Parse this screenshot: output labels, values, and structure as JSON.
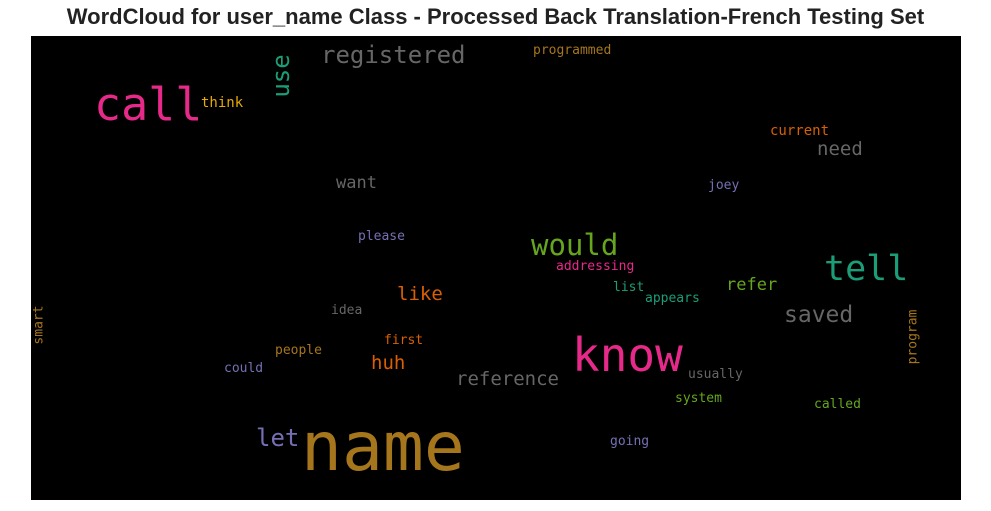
{
  "chart_data": {
    "type": "wordcloud",
    "title": "WordCloud for user_name Class - Processed Back Translation-French Testing Set",
    "background": "#000000",
    "words": [
      {
        "text": "name",
        "weight": 1.0,
        "color": "#a6761d",
        "orientation": "horizontal"
      },
      {
        "text": "know",
        "weight": 0.68,
        "color": "#e7298a",
        "orientation": "horizontal"
      },
      {
        "text": "call",
        "weight": 0.66,
        "color": "#e7298a",
        "orientation": "horizontal"
      },
      {
        "text": "tell",
        "weight": 0.52,
        "color": "#1b9e77",
        "orientation": "horizontal"
      },
      {
        "text": "would",
        "weight": 0.44,
        "color": "#66a61e",
        "orientation": "horizontal"
      },
      {
        "text": "registered",
        "weight": 0.36,
        "color": "#666666",
        "orientation": "horizontal"
      },
      {
        "text": "use",
        "weight": 0.36,
        "color": "#1b9e77",
        "orientation": "vertical"
      },
      {
        "text": "let",
        "weight": 0.36,
        "color": "#7570b3",
        "orientation": "horizontal"
      },
      {
        "text": "saved",
        "weight": 0.34,
        "color": "#666666",
        "orientation": "horizontal"
      },
      {
        "text": "reference",
        "weight": 0.28,
        "color": "#666666",
        "orientation": "horizontal"
      },
      {
        "text": "huh",
        "weight": 0.28,
        "color": "#d95f02",
        "orientation": "horizontal"
      },
      {
        "text": "like",
        "weight": 0.28,
        "color": "#d95f02",
        "orientation": "horizontal"
      },
      {
        "text": "need",
        "weight": 0.28,
        "color": "#666666",
        "orientation": "horizontal"
      },
      {
        "text": "want",
        "weight": 0.26,
        "color": "#666666",
        "orientation": "horizontal"
      },
      {
        "text": "refer",
        "weight": 0.26,
        "color": "#66a61e",
        "orientation": "horizontal"
      },
      {
        "text": "think",
        "weight": 0.22,
        "color": "#e6ab02",
        "orientation": "horizontal"
      },
      {
        "text": "current",
        "weight": 0.22,
        "color": "#d95f02",
        "orientation": "horizontal"
      },
      {
        "text": "joey",
        "weight": 0.2,
        "color": "#7570b3",
        "orientation": "horizontal"
      },
      {
        "text": "please",
        "weight": 0.2,
        "color": "#7570b3",
        "orientation": "horizontal"
      },
      {
        "text": "addressing",
        "weight": 0.2,
        "color": "#e7298a",
        "orientation": "horizontal"
      },
      {
        "text": "list",
        "weight": 0.2,
        "color": "#1b9e77",
        "orientation": "horizontal"
      },
      {
        "text": "appears",
        "weight": 0.2,
        "color": "#1b9e77",
        "orientation": "horizontal"
      },
      {
        "text": "programmed",
        "weight": 0.2,
        "color": "#a6761d",
        "orientation": "horizontal"
      },
      {
        "text": "smart",
        "weight": 0.2,
        "color": "#a6761d",
        "orientation": "vertical"
      },
      {
        "text": "idea",
        "weight": 0.2,
        "color": "#666666",
        "orientation": "horizontal"
      },
      {
        "text": "first",
        "weight": 0.2,
        "color": "#d95f02",
        "orientation": "horizontal"
      },
      {
        "text": "people",
        "weight": 0.2,
        "color": "#a6761d",
        "orientation": "horizontal"
      },
      {
        "text": "could",
        "weight": 0.2,
        "color": "#7570b3",
        "orientation": "horizontal"
      },
      {
        "text": "program",
        "weight": 0.2,
        "color": "#a6761d",
        "orientation": "vertical"
      },
      {
        "text": "usually",
        "weight": 0.2,
        "color": "#666666",
        "orientation": "horizontal"
      },
      {
        "text": "system",
        "weight": 0.2,
        "color": "#66a61e",
        "orientation": "horizontal"
      },
      {
        "text": "called",
        "weight": 0.2,
        "color": "#66a61e",
        "orientation": "horizontal"
      },
      {
        "text": "going",
        "weight": 0.2,
        "color": "#7570b3",
        "orientation": "horizontal"
      }
    ]
  }
}
